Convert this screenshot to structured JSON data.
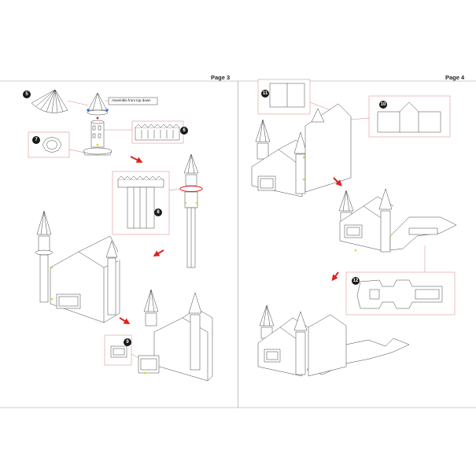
{
  "pages": {
    "left": {
      "label": "Page 3"
    },
    "right": {
      "label": "Page 4"
    }
  },
  "notes": {
    "assemble": "Assemble from top down"
  },
  "steps": {
    "s5": "5",
    "s6": "6",
    "s7": "7",
    "s8": "8",
    "s9": "9",
    "s10": "10",
    "s11": "11",
    "s12": "12"
  },
  "colors": {
    "rule": "#999999",
    "callout": "#d98080",
    "arrow": "#e02020",
    "line": "#444444"
  }
}
